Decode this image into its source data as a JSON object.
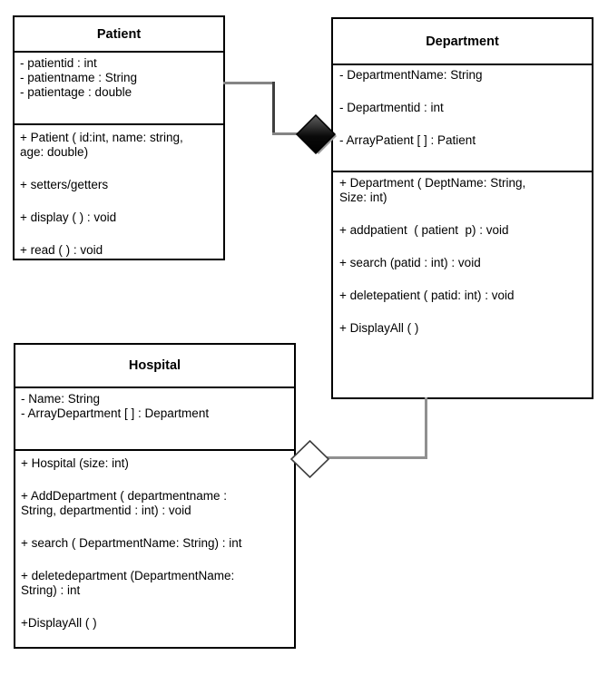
{
  "diagram": {
    "background": "#ffffff",
    "box_border_color": "#000000",
    "connector_color": "#848484",
    "composition_diamond_fill": "#0a0a0a",
    "aggregation_diamond_fill": "#ffffff",
    "classes": {
      "patient": {
        "title": "Patient",
        "attributes": [
          "- patientid : int",
          "- patientname : String",
          "- patientage : double"
        ],
        "methods": [
          "+ Patient ( id:int, name: string,\nage: double)",
          "+ setters/getters",
          "+ display ( ) : void",
          "+ read ( ) : void"
        ]
      },
      "department": {
        "title": "Department",
        "attributes": [
          "- DepartmentName: String",
          "- Departmentid : int",
          "- ArrayPatient [ ] : Patient"
        ],
        "methods": [
          "+ Department ( DeptName: String,\nSize: int)",
          "+ addpatient  ( patient  p) : void",
          "+ search (patid : int) : void",
          "+ deletepatient ( patid: int) : void",
          "+ DisplayAll ( )"
        ]
      },
      "hospital": {
        "title": "Hospital",
        "attributes": [
          "- Name: String",
          "- ArrayDepartment [ ] : Department"
        ],
        "methods": [
          "+ Hospital (size: int)",
          "+ AddDepartment ( departmentname :\nString, departmentid : int) : void",
          "+ search ( DepartmentName: String) : int",
          "+ deletedepartment (DepartmentName:\nString) : int",
          "+DisplayAll ( )"
        ]
      }
    },
    "relationships": [
      {
        "type": "composition",
        "diamond": "filled",
        "diamond_at": "Department",
        "from": "Patient",
        "to": "Department"
      },
      {
        "type": "aggregation",
        "diamond": "hollow",
        "diamond_at": "Hospital",
        "from": "Department",
        "to": "Hospital"
      }
    ]
  }
}
